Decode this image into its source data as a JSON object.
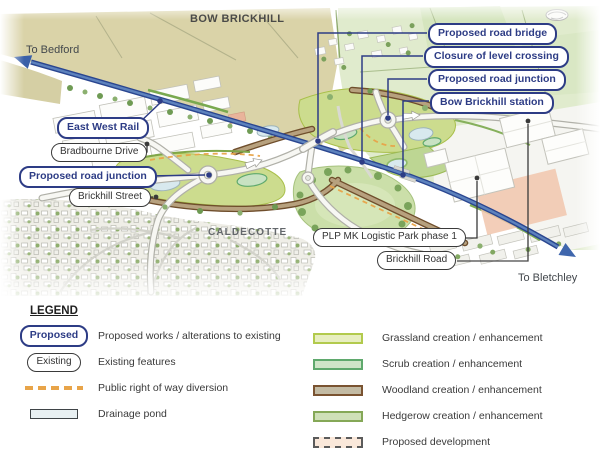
{
  "colors": {
    "navy": "#2d3c85",
    "existing_outline": "#3a3a3a",
    "railway_blue": "#2a4690",
    "railway_blue_light": "#5d82bd",
    "prow_orange": "#e8a449",
    "grassland_fill": "#e7eec0",
    "grassland_border": "#b2ca4d",
    "scrub_fill": "#cfe5c8",
    "scrub_border": "#5fa96d",
    "woodland_fill": "#c3bba4",
    "woodland_border": "#7a5331",
    "hedgerow_fill": "#cfe0b8",
    "hedgerow_border": "#85a857",
    "dev_fill": "#fae8da",
    "dev_border": "#5b5b5b",
    "pond_fill": "#e8f0f2",
    "pond_border": "#3f4447"
  },
  "map": {
    "town_label": "BOW BRICKHILL",
    "to_bedford": "To Bedford",
    "to_bletchley": "To Bletchley",
    "district_label": "CALDECOTTE",
    "callouts": {
      "east_west_rail": "East West Rail",
      "bradbourne_drive": "Bradbourne Drive",
      "proposed_road_junction_west": "Proposed road junction",
      "brickhill_street": "Brickhill Street",
      "proposed_road_bridge": "Proposed road bridge",
      "closure_of_level_crossing": "Closure of level crossing",
      "proposed_road_junction_east": "Proposed road junction",
      "bow_brickhill_station": "Bow Brickhill station",
      "plp_mk_logistic_park": "PLP MK Logistic Park phase 1",
      "brickhill_road": "Brickhill Road"
    }
  },
  "legend": {
    "title": "LEGEND",
    "proposed_pill_label": "Proposed",
    "existing_pill_label": "Existing",
    "items_left": [
      {
        "label": "Proposed works / alterations to existing"
      },
      {
        "label": "Existing features"
      },
      {
        "label": "Public right of way diversion"
      },
      {
        "label": "Drainage pond"
      }
    ],
    "items_right": [
      {
        "label": "Grassland creation / enhancement"
      },
      {
        "label": "Scrub creation / enhancement"
      },
      {
        "label": "Woodland creation / enhancement"
      },
      {
        "label": "Hedgerow creation / enhancement"
      },
      {
        "label": "Proposed development"
      }
    ]
  }
}
